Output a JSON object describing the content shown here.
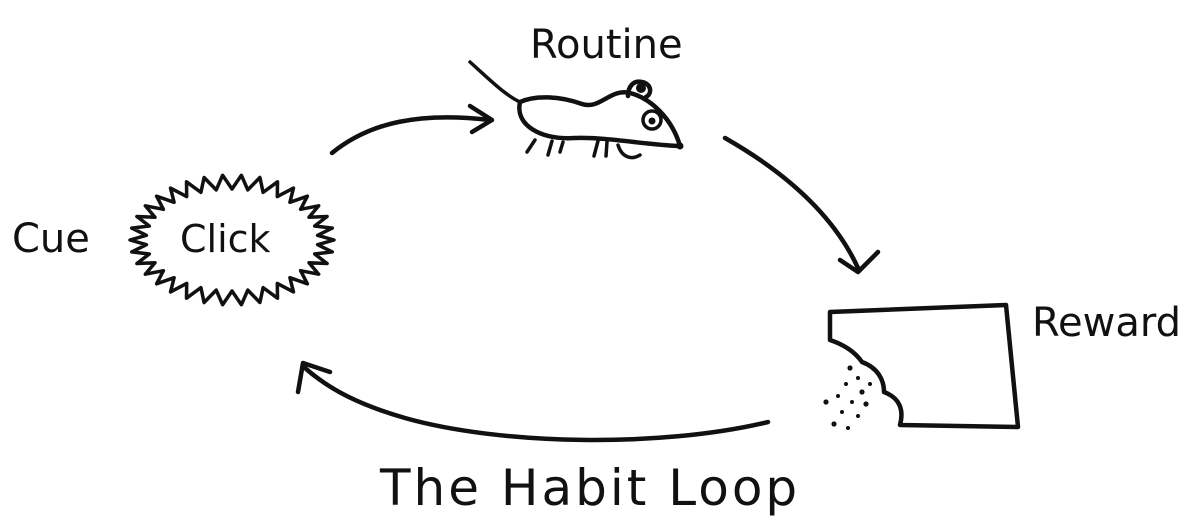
{
  "labels": {
    "routine": "Routine",
    "cue": "Cue",
    "cue_burst_text": "Click",
    "reward": "Reward",
    "title": "The Habit Loop"
  },
  "icons": {
    "routine": "mouse-icon",
    "cue": "sound-burst-icon",
    "reward": "bitten-cheese-icon"
  }
}
